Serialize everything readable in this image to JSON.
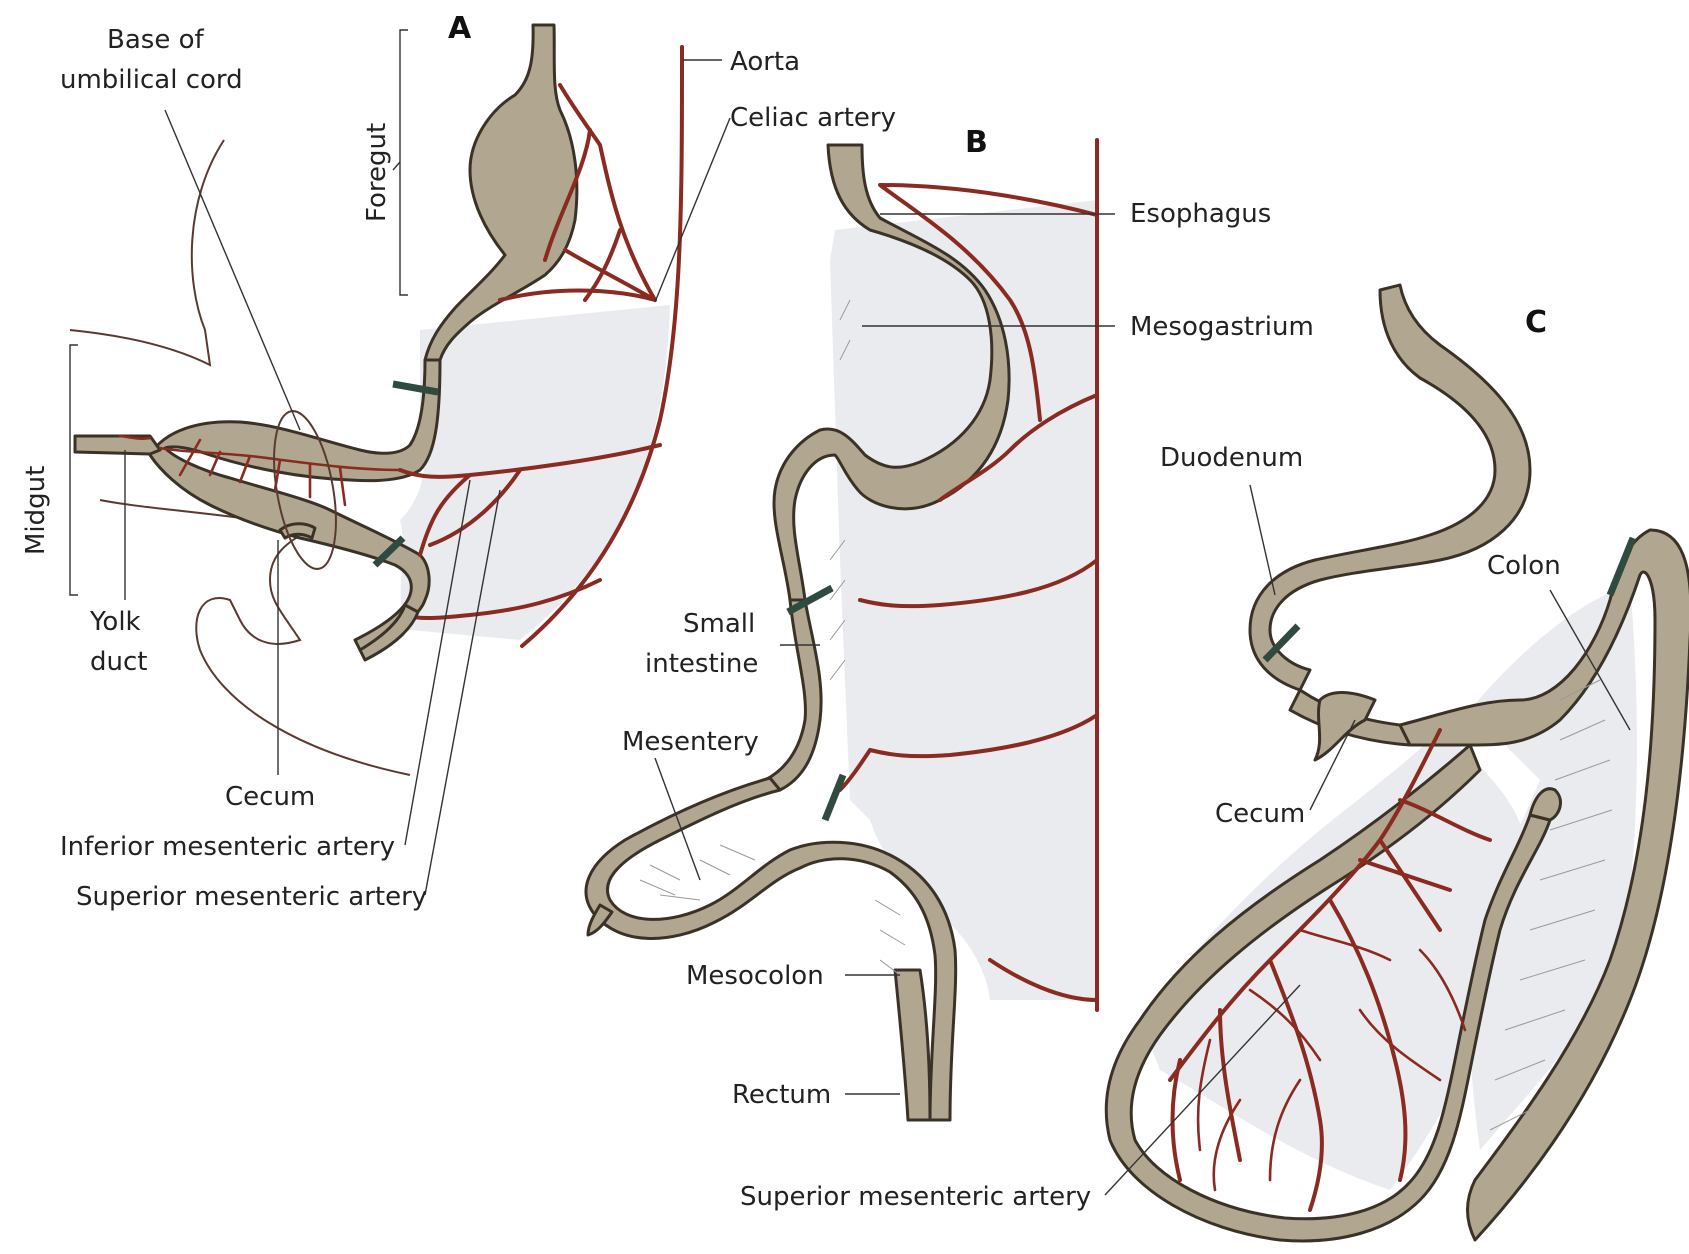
{
  "panels": {
    "a": "A",
    "b": "B",
    "c": "C"
  },
  "labels_a": {
    "base_of_umbilical_cord_line1": "Base of",
    "base_of_umbilical_cord_line2": "umbilical cord",
    "foregut": "Foregut",
    "aorta": "Aorta",
    "celiac_artery": "Celiac artery",
    "midgut": "Midgut",
    "yolk_duct_line1": "Yolk",
    "yolk_duct_line2": "duct",
    "cecum": "Cecum",
    "inferior_mesenteric_artery": "Inferior mesenteric artery",
    "superior_mesenteric_artery": "Superior mesenteric artery"
  },
  "labels_b": {
    "esophagus": "Esophagus",
    "mesogastrium": "Mesogastrium",
    "small_intestine_line1": "Small",
    "small_intestine_line2": "intestine",
    "mesentery": "Mesentery",
    "mesocolon": "Mesocolon",
    "rectum": "Rectum"
  },
  "labels_c": {
    "duodenum": "Duodenum",
    "colon": "Colon",
    "cecum": "Cecum",
    "superior_mesenteric_artery": "Superior mesenteric artery"
  },
  "colors": {
    "gut": "#b1a790",
    "gut_outline": "#3a3226",
    "artery": "#8b2a20",
    "mesentery": "#e9ebee",
    "marker": "#2f4a3e"
  }
}
